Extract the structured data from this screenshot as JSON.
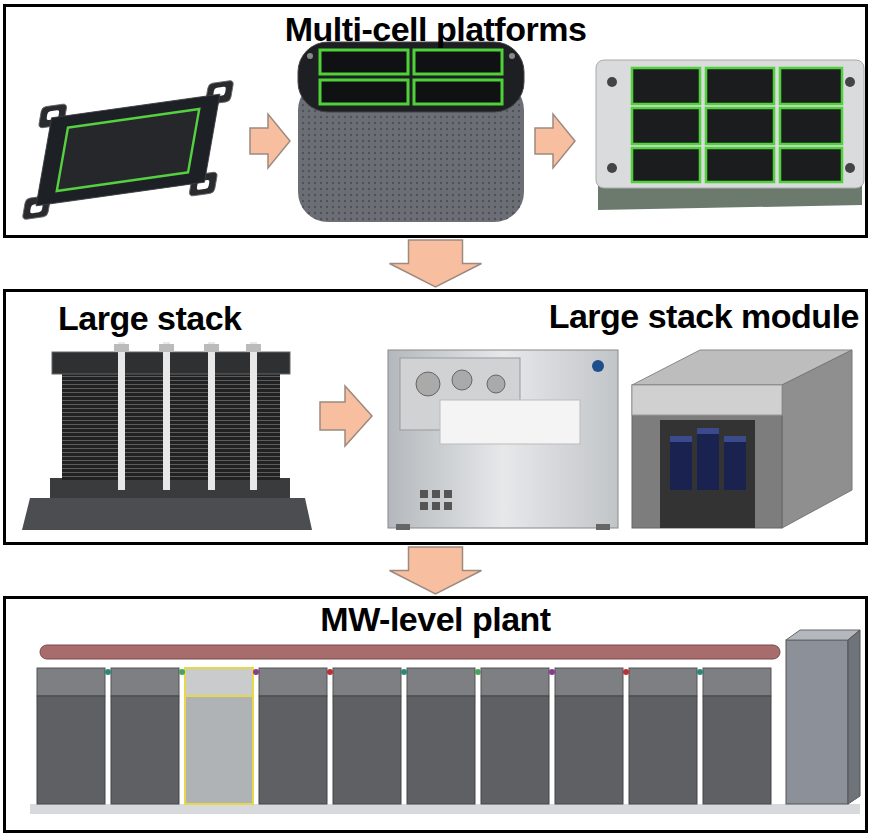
{
  "diagram": {
    "nodes": [
      {
        "text": [
          "Multi-cell platforms"
        ]
      },
      {
        "text": [
          "Large stack",
          "Large stack module"
        ]
      },
      {
        "text": [
          "MW-level plant"
        ]
      }
    ],
    "edges": [
      {
        "from": 0,
        "to": 1,
        "arrow": "to"
      },
      {
        "from": 1,
        "to": 2,
        "arrow": "to"
      }
    ]
  }
}
